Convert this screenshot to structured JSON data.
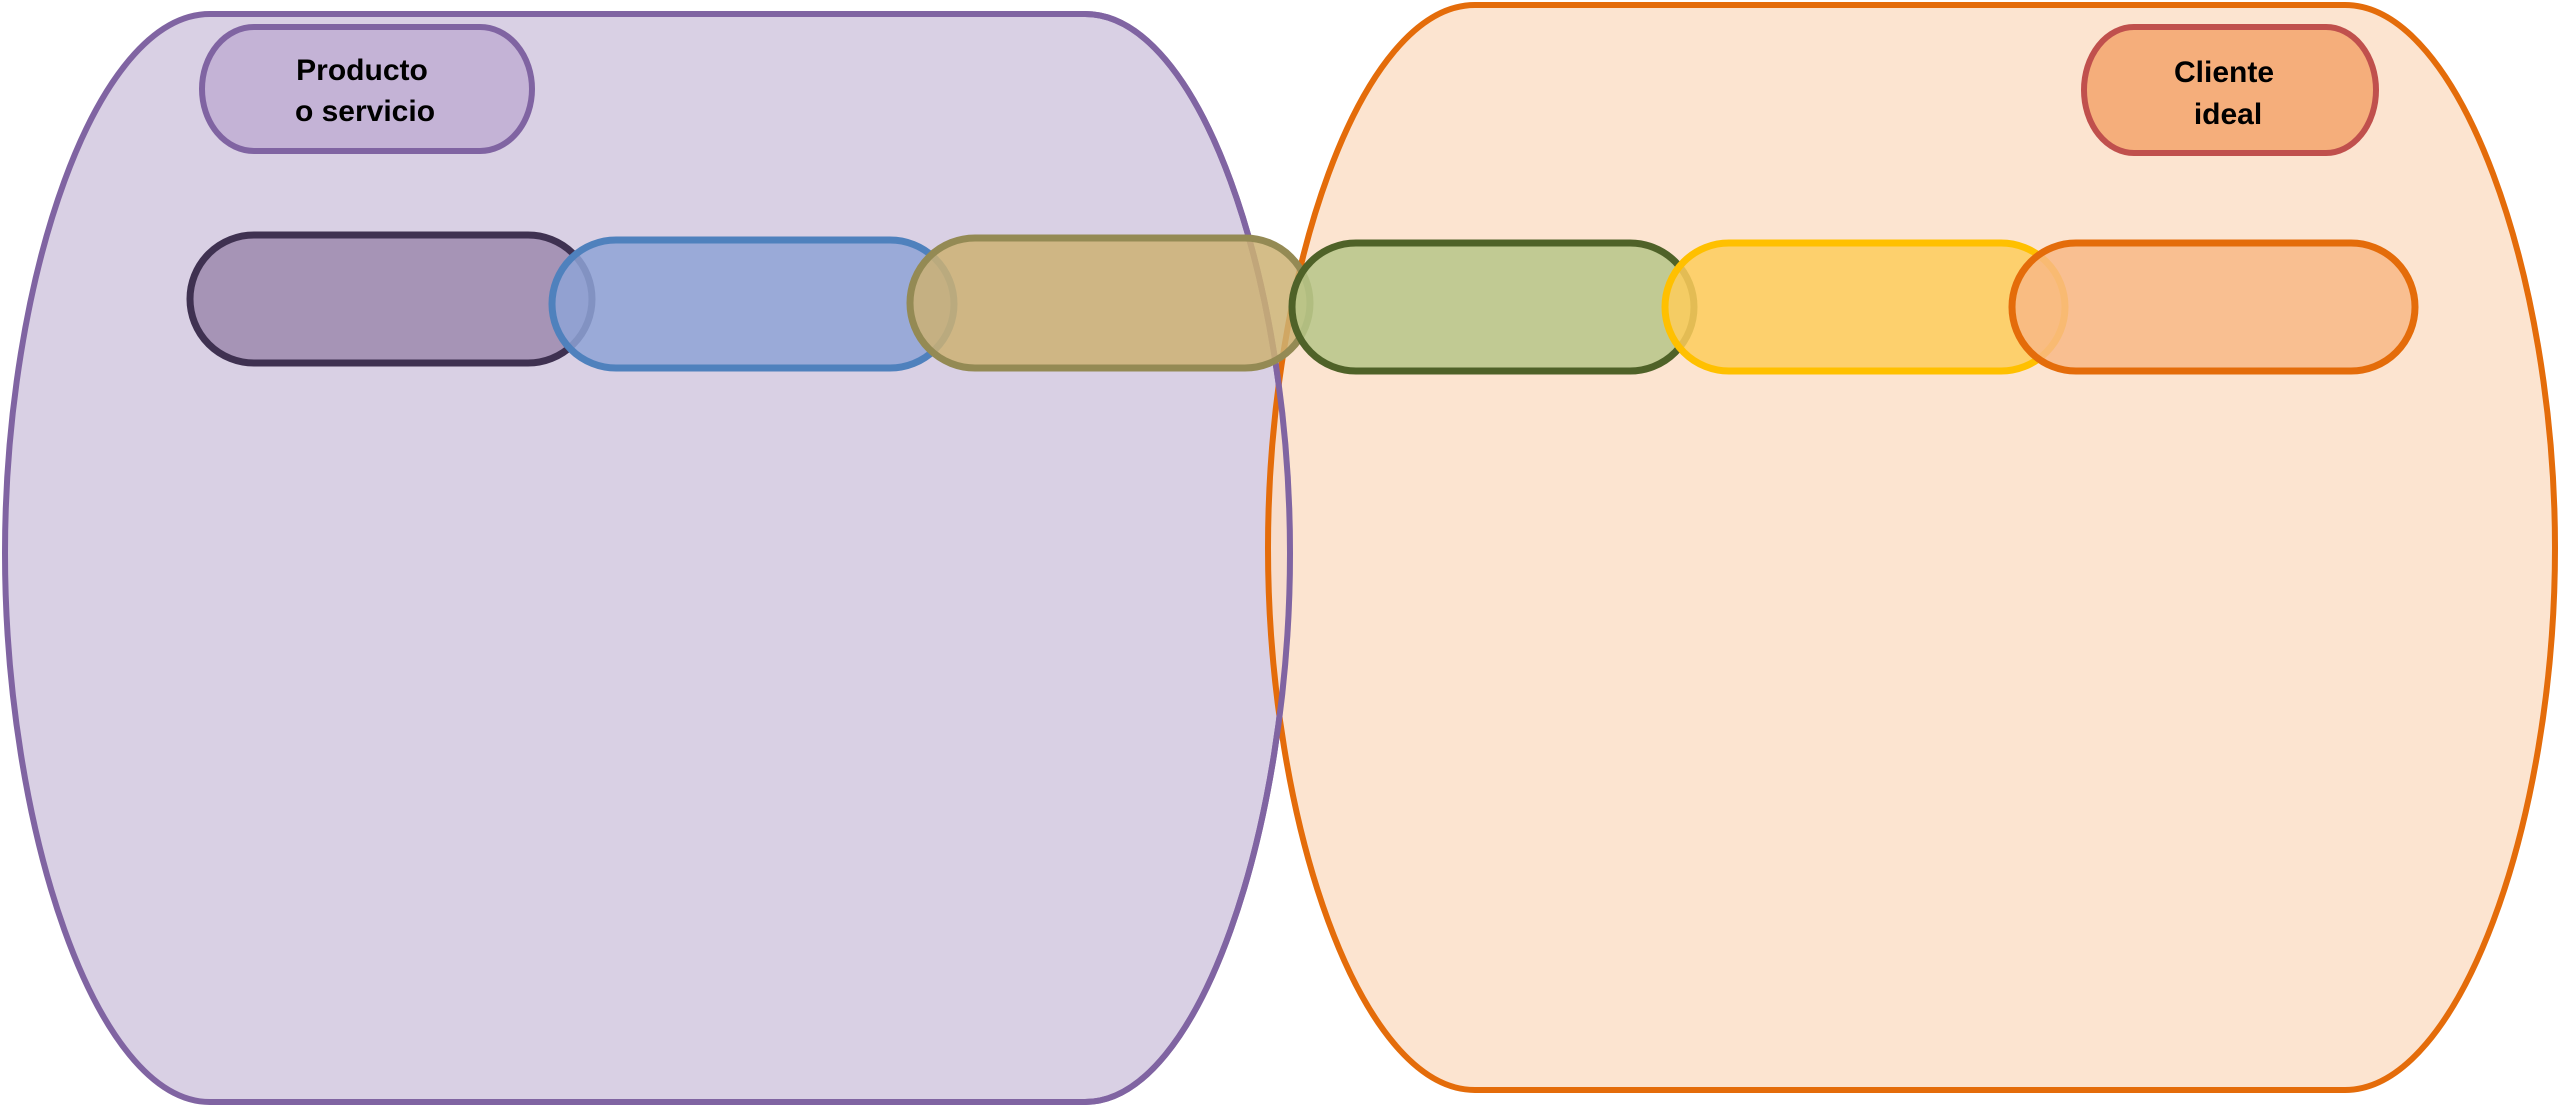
{
  "diagram": {
    "left_panel": {
      "label_lines": [
        "Producto",
        "o servicio"
      ],
      "fill": "#d9d0e4",
      "stroke": "#8064a2",
      "label_fill": "#c4b3d6",
      "label_stroke": "#8064a2"
    },
    "right_panel": {
      "label_lines": [
        "Cliente",
        "ideal"
      ],
      "fill": "#fcdfc8",
      "stroke": "#e46c0a",
      "label_fill": "#f5ae7b",
      "label_stroke": "#c0504d"
    },
    "pills": [
      {
        "fill": "#9c89ae",
        "stroke": "#3f3151"
      },
      {
        "fill": "#8ea3d6",
        "stroke": "#4f81bd"
      },
      {
        "fill": "#cdb173",
        "stroke": "#948a54"
      },
      {
        "fill": "#b6c688",
        "stroke": "#4f6228"
      },
      {
        "fill": "#fdcc5c",
        "stroke": "#ffc000"
      },
      {
        "fill": "#f8b986",
        "stroke": "#e46c0a"
      }
    ]
  }
}
